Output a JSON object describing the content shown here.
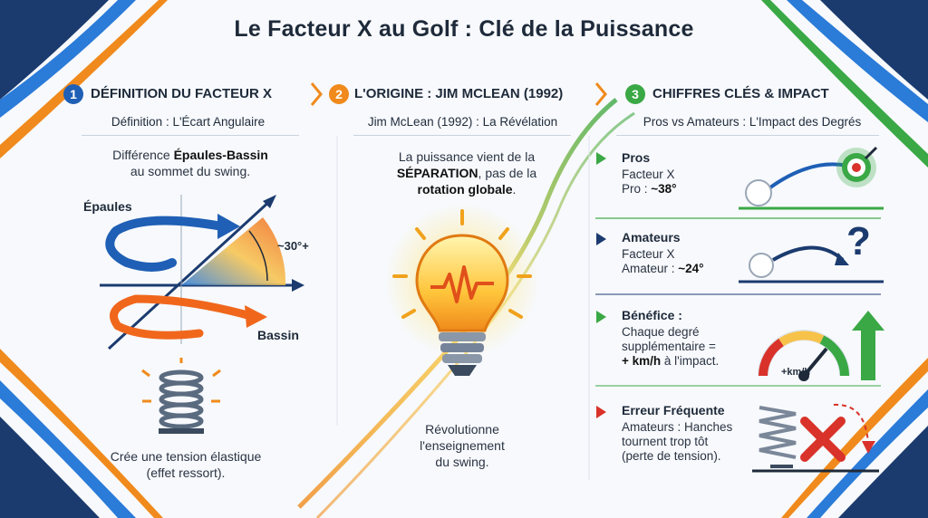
{
  "title": "Le Facteur X au Golf : Clé de la Puissance",
  "colors": {
    "blue": "#1f5fb5",
    "orange": "#f08a1c",
    "green": "#3aa845",
    "red": "#d9322a",
    "navy": "#1b3b6f"
  },
  "section1": {
    "number": "1",
    "title": "DÉFINITION DU FACTEUR X",
    "subtitle": "Définition : L'Écart Angulaire",
    "desc_pre": "Différence ",
    "desc_bold": "Épaules-Bassin",
    "desc_post": "au sommet du swing.",
    "label_epaules": "Épaules",
    "label_angle": "~30°+",
    "label_bassin": "Bassin",
    "spring_text_1": "Crée une tension élastique",
    "spring_text_2": "(effet ressort)."
  },
  "section2": {
    "number": "2",
    "title": "L'ORIGINE : JIM MCLEAN (1992)",
    "subtitle": "Jim McLean (1992) : La Révélation",
    "desc_1": "La puissance vient de la",
    "desc_bold_1": "SÉPARATION",
    "desc_2": ", pas de la",
    "desc_bold_2": "rotation globale",
    "desc_3": ".",
    "bottom_1": "Révolutionne",
    "bottom_2": "l'enseignement",
    "bottom_3": "du swing."
  },
  "section3": {
    "number": "3",
    "title": "CHIFFRES CLÉS & IMPACT",
    "subtitle": "Pros vs Amateurs : L'Impact des Degrés",
    "pros": {
      "title": "Pros",
      "line1": "Facteur X",
      "line2_pre": "Pro : ",
      "line2_bold": "~38°"
    },
    "amateurs": {
      "title": "Amateurs",
      "line1": "Facteur X",
      "line2_pre": "Amateur : ",
      "line2_bold": "~24°",
      "mark": "?"
    },
    "benefice": {
      "title": "Bénéfice :",
      "line1": "Chaque degré",
      "line2": "supplémentaire =",
      "line3_bold": "+ km/h",
      "line3_post": " à l'impact.",
      "gauge_label": "+km/h"
    },
    "erreur": {
      "title": "Erreur Fréquente",
      "line1": "Amateurs : Hanches",
      "line2": "tournent trop tôt",
      "line3": "(perte de tension)."
    }
  }
}
